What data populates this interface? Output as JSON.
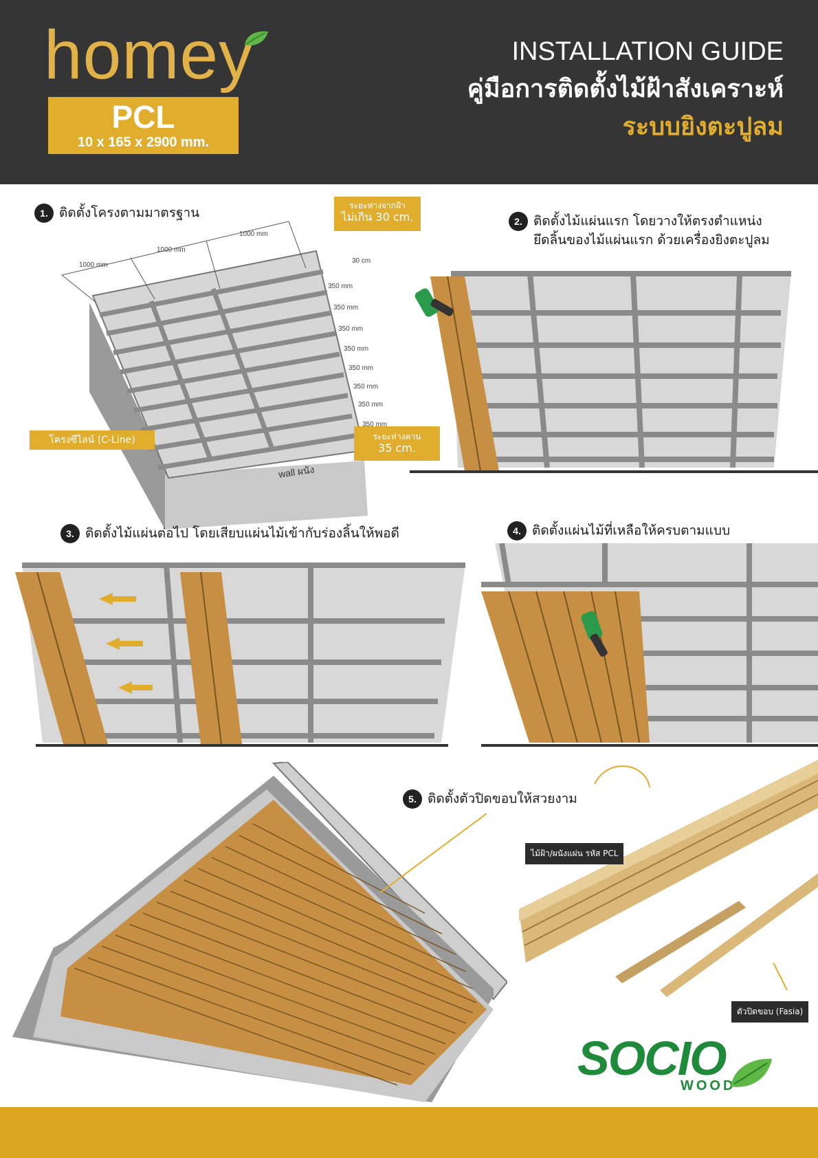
{
  "brand": {
    "logo_text": "homey",
    "product_code": "PCL",
    "product_size": "10 x 165 x 2900 mm.",
    "accent": "#e1ad2d",
    "header_bg": "#353535"
  },
  "title": {
    "en": "INSTALLATION GUIDE",
    "th": "คู่มือการติดตั้งไม้ฝ้าสังเคราะห์",
    "sub": "ระบบยิงตะปูลม"
  },
  "steps": [
    {
      "num": "1.",
      "text": "ติดตั้งโครงตามมาตรฐาน"
    },
    {
      "num": "2.",
      "text": "ติดตั้งไม้แผ่นแรก โดยวางให้ตรงตำแหน่ง",
      "text2": "ยึดลิ้นของไม้แผ่นแรก ด้วยเครื่องยิงตะปูลม"
    },
    {
      "num": "3.",
      "text": "ติดตั้งไม้แผ่นต่อไป โดยเสียบแผ่นไม้เข้ากับร่องลิ้นให้พอดี"
    },
    {
      "num": "4.",
      "text": "ติดตั้งแผ่นไม้ที่เหลือให้ครบตามแบบ"
    },
    {
      "num": "5.",
      "text": "ติดตั้งตัวปิดขอบให้สวยงาม"
    }
  ],
  "step1": {
    "callout_ceiling_line1": "ระยะห่างจากฝ้า",
    "callout_ceiling_line2": "ไม่เกิน 30 cm.",
    "callout_cline": "โครงซีไลน์ (C-Line)",
    "callout_beam_line1": "ระยะห่างคาน",
    "callout_beam_line2": "35 cm.",
    "wall_label": "wall ผนัง",
    "dim_1000": [
      "1000 mm",
      "1000 mm",
      "1000  mm"
    ],
    "dim_30": "30 cm",
    "dim_350": [
      "350 mm",
      "350 mm",
      "350 mm",
      "350 mm",
      "350 mm",
      "350 mm",
      "350 mm",
      "350 mm"
    ]
  },
  "step5": {
    "label_panel": "ไม้ฝ้า/ผนังแผ่น รหัส PCL",
    "label_fasia": "ตัวปิดขอบ (Fasia)"
  },
  "footer_brand": {
    "name": "SOCIO",
    "sub": "WOOD",
    "color": "#1f8a3a"
  }
}
